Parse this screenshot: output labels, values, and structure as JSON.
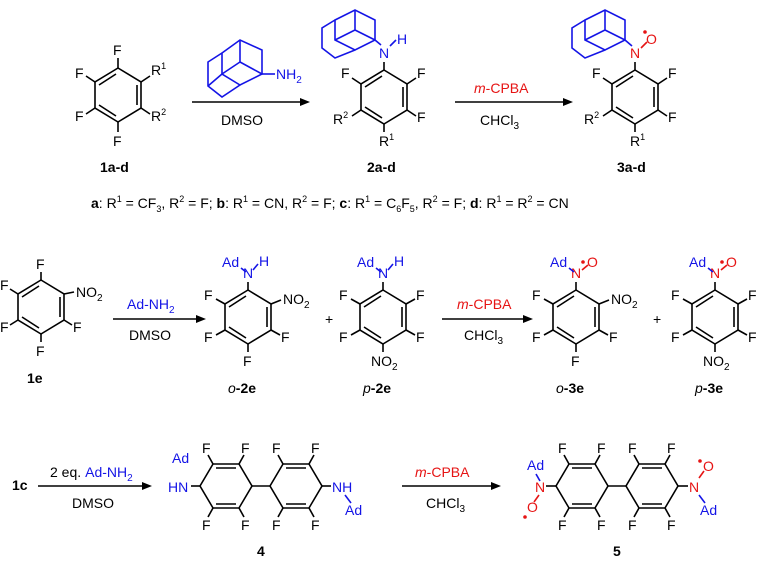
{
  "colors": {
    "reagent": "#1414e6",
    "oxidant": "#e61414",
    "ink": "#000000"
  },
  "row1": {
    "sm_label": "1a-d",
    "sm_r1": "R",
    "sm_r2": "R",
    "sup1": "1",
    "sup2": "2",
    "amine_nh2": "NH",
    "amine_sub": "2",
    "solvent1": "DMSO",
    "p2_label": "2a-d",
    "p2_nh": "N",
    "p2_h": "H",
    "oxidant": "m",
    "oxidant_rest": "-CPBA",
    "solvent2_main": "CHCl",
    "solvent2_sub": "3",
    "p3_label": "3a-d",
    "n_atom": "N",
    "o_atom": "O",
    "f": "F"
  },
  "legend": {
    "a": "a",
    "a_text": ": R",
    "a_text2": " = CF",
    "a_text3": ", R",
    "a_text4": " = F; ",
    "b": "b",
    "b_text": ": R",
    "b_text2": " = CN, R",
    "b_text3": " = F; ",
    "c": "c",
    "c_text": ": R",
    "c_text2": " = C",
    "c_text3": "F",
    "c_text4": ", R",
    "c_text5": " = F; ",
    "d": "d",
    "d_text": ": R",
    "d_text2": " = R",
    "d_text3": " = CN",
    "one": "1",
    "two": "2",
    "three": "3",
    "six": "6",
    "five": "5"
  },
  "row2": {
    "sm_label": "1e",
    "no2": "NO",
    "no2_sub": "2",
    "reagent": "Ad-NH",
    "reagent_sub": "2",
    "solvent1": "DMSO",
    "o2e": "o",
    "o2e_rest": "-2e",
    "p2e": "p",
    "p2e_rest": "-2e",
    "o3e": "o",
    "o3e_rest": "-3e",
    "p3e": "p",
    "p3e_rest": "-3e",
    "ad": "Ad",
    "plus": "+",
    "oxidant": "m",
    "oxidant_rest": "-CPBA",
    "solvent2_main": "CHCl",
    "solvent2_sub": "3"
  },
  "row3": {
    "sm_label": "1c",
    "reagent_eq": "2 eq.",
    "reagent": "Ad-NH",
    "reagent_sub": "2",
    "solvent1": "DMSO",
    "p4_label": "4",
    "hn": "HN",
    "nh": "NH",
    "ad": "Ad",
    "oxidant": "m",
    "oxidant_rest": "-CPBA",
    "solvent2_main": "CHCl",
    "solvent2_sub": "3",
    "p5_label": "5"
  }
}
